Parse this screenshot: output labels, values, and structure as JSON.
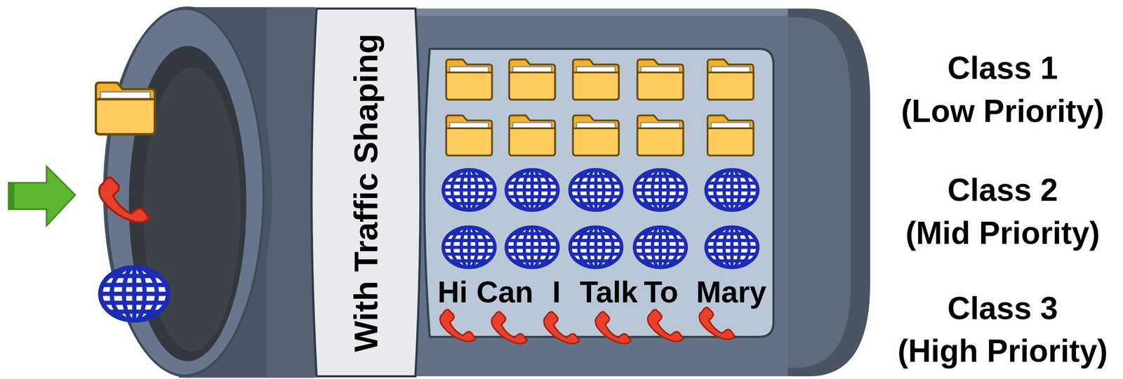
{
  "diagram": {
    "nodes": [
      {
        "text": [
          "With Traffic Shaping"
        ]
      }
    ],
    "labels": [
      "Hi",
      "Can",
      "I",
      "Talk",
      "To",
      "Mary",
      "Class 1 (Low Priority)",
      "Class 2 (Mid Priority)",
      "Class 3 (High Priority)"
    ]
  }
}
